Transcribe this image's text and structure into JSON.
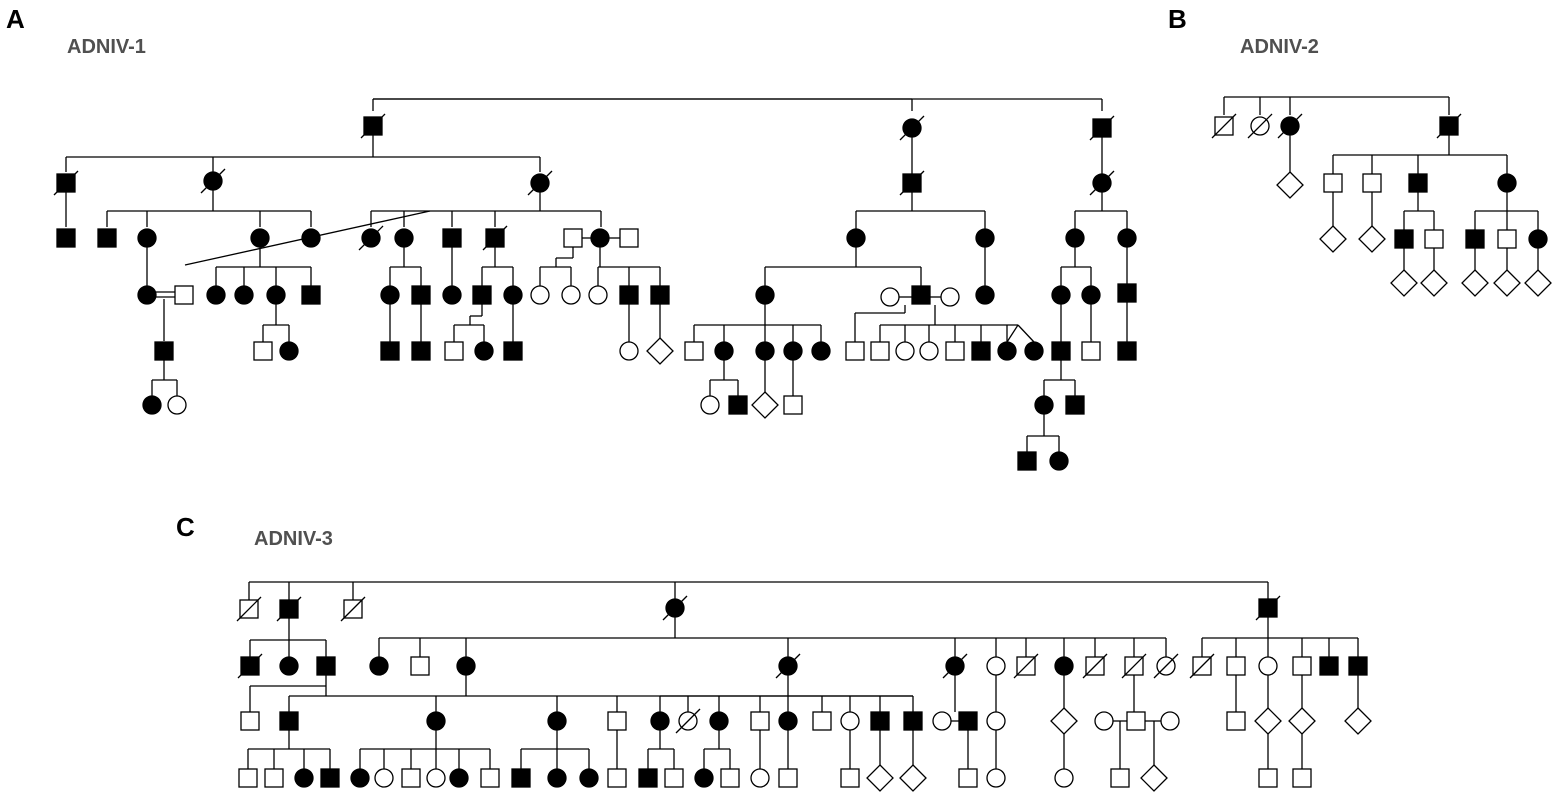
{
  "panels": [
    {
      "letter": "A",
      "title": "ADNIV-1"
    },
    {
      "letter": "B",
      "title": "ADNIV-2"
    },
    {
      "letter": "C",
      "title": "ADNIV-3"
    }
  ],
  "legend_colors": {
    "affected": "#000000",
    "unaffected": "#ffffff",
    "line": "#000000"
  },
  "symbols": {
    "square": "male",
    "circle": "female",
    "diamond": "sex unspecified",
    "filled": "affected",
    "slash": "deceased"
  }
}
